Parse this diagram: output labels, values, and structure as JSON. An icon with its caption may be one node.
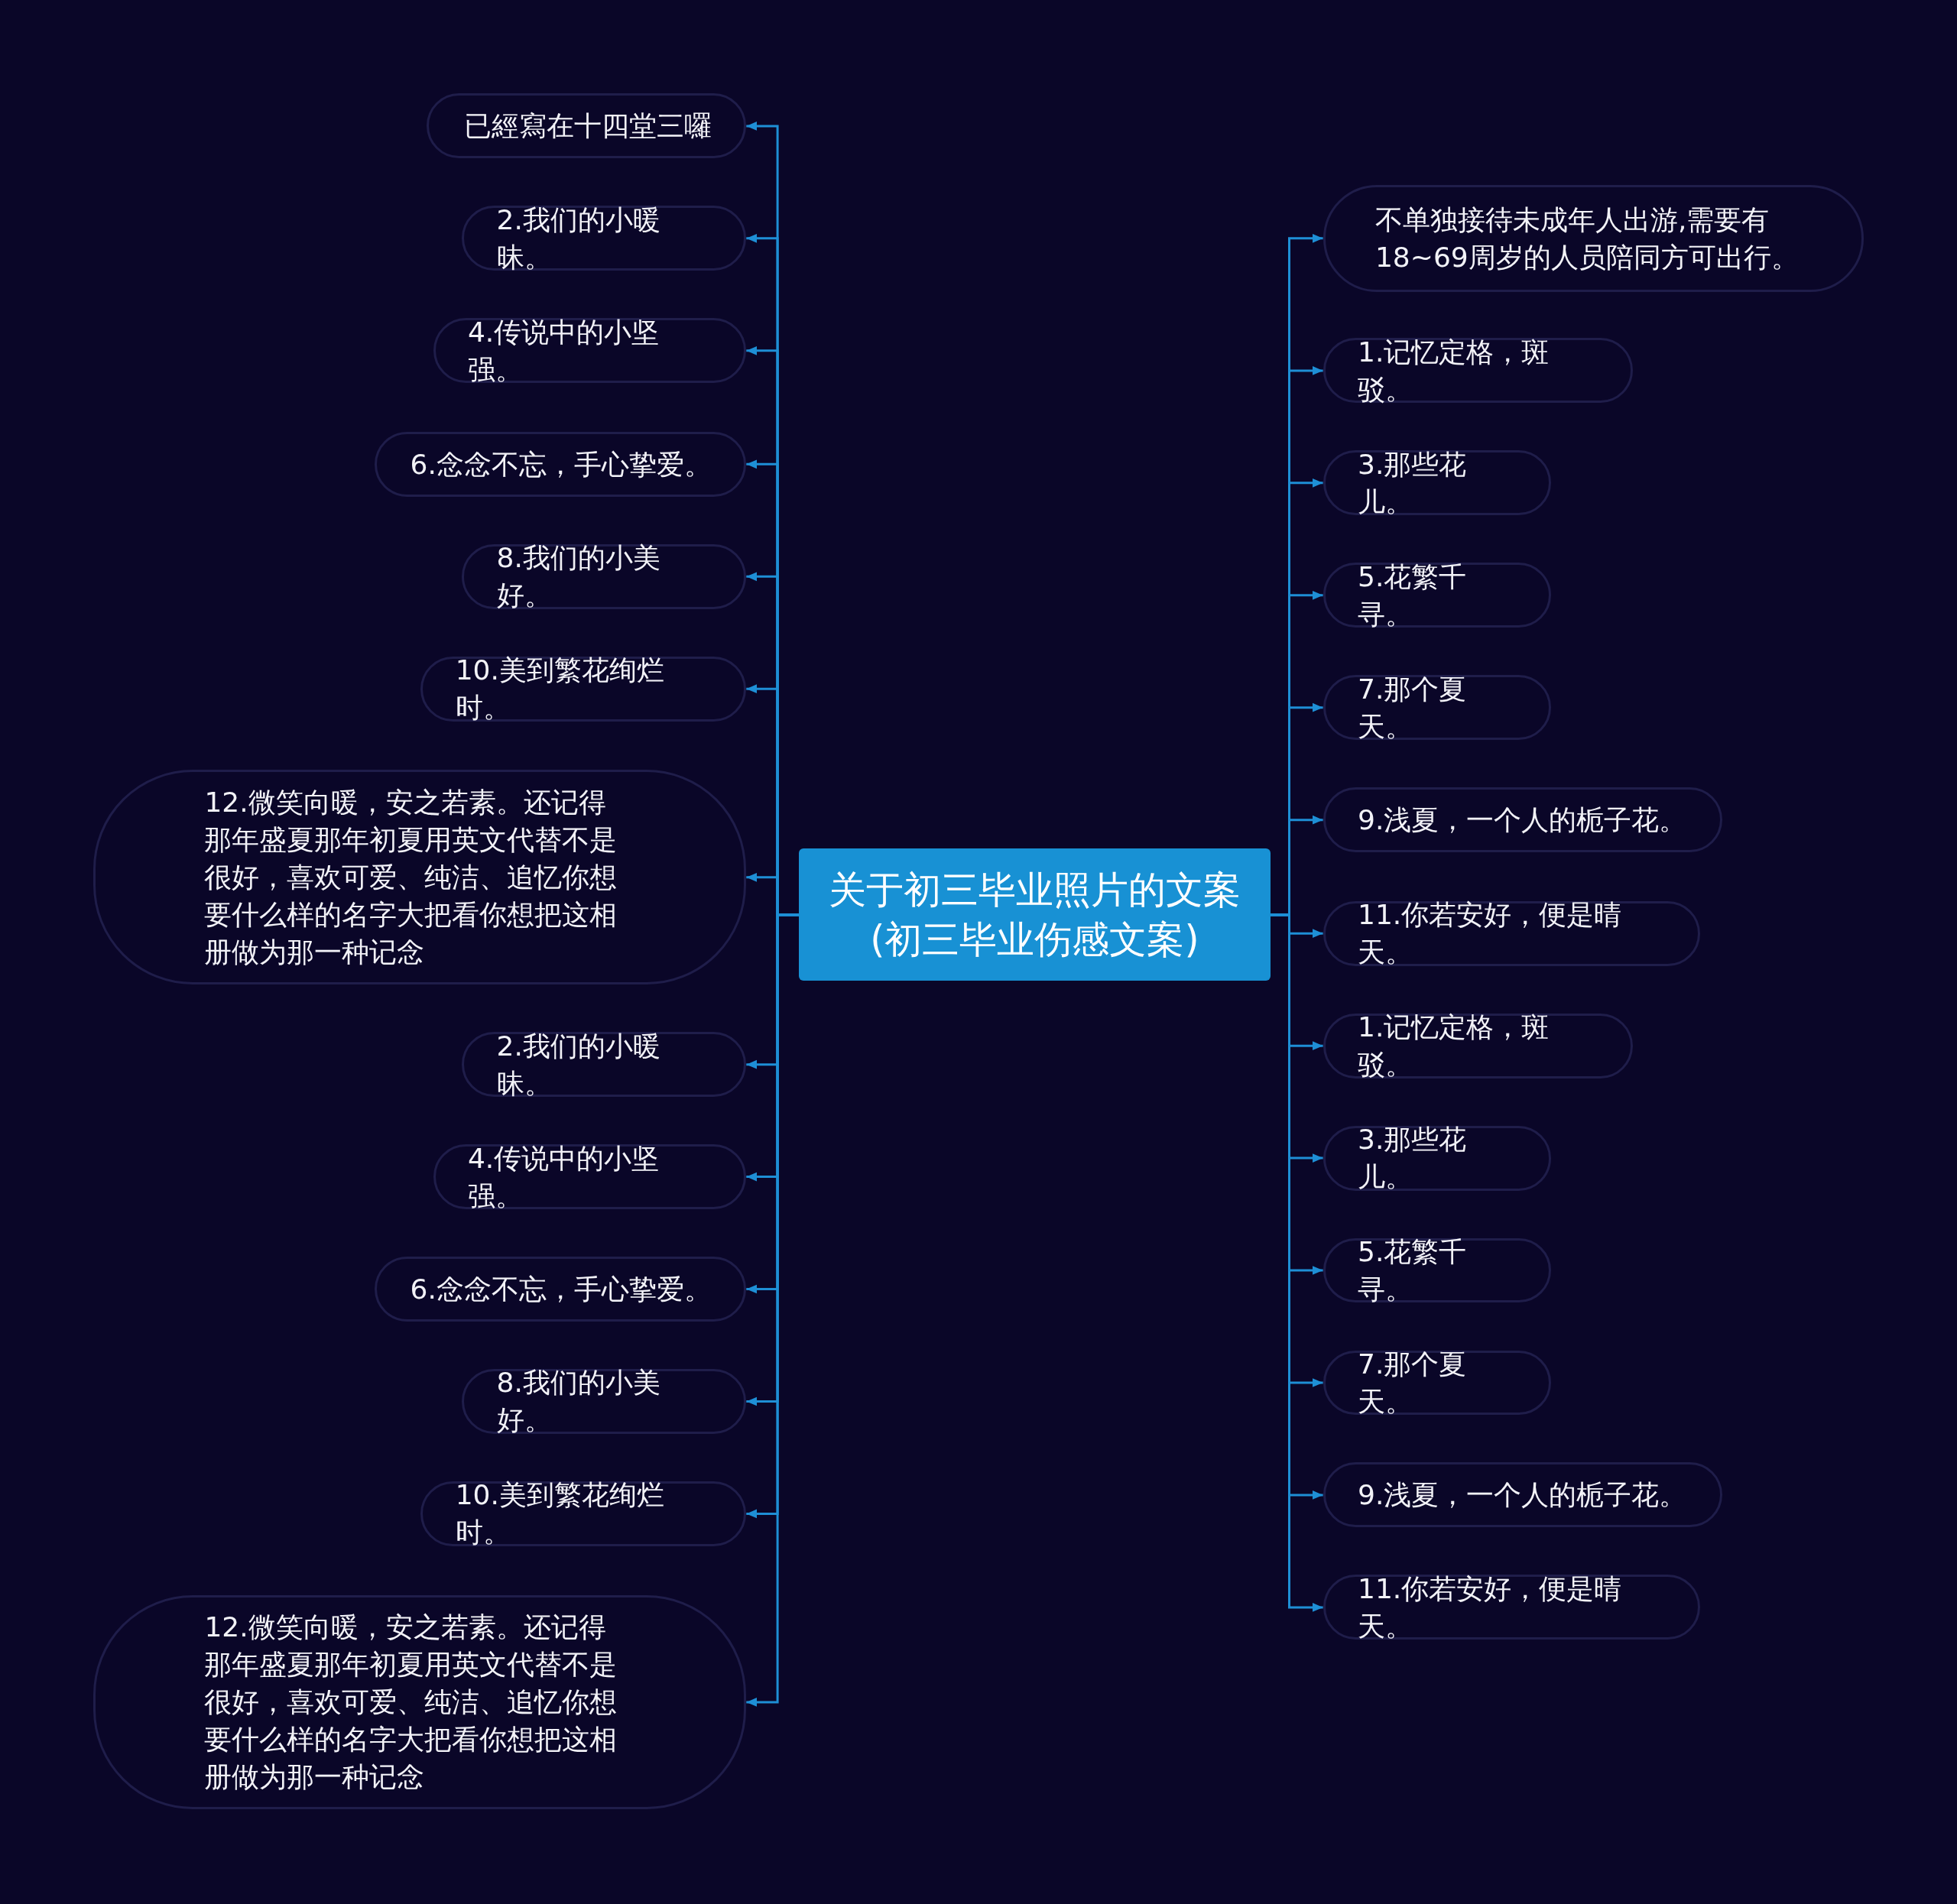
{
  "diagram": {
    "nodes": [
      {
        "text": [
          "关于初三毕业照片的文案(初三毕业伤感文案)"
        ]
      },
      {
        "text": [
          "已經寫在十四堂三囉"
        ]
      },
      {
        "text": [
          "2.我们的小暖昧。"
        ]
      },
      {
        "text": [
          "4.传说中的小坚强。"
        ]
      },
      {
        "text": [
          "6.念念不忘，手心挚爱。"
        ]
      },
      {
        "text": [
          "8.我们的小美好。"
        ]
      },
      {
        "text": [
          "10.美到繁花绚烂时。"
        ]
      },
      {
        "text": [
          "12.微笑向暖，安之若素。还记得那年盛夏那年初夏用英文代替不是很好，喜欢可爱、纯洁、追忆你想要什么样的名字大把看你想把这相册做为那一种记念"
        ]
      },
      {
        "text": [
          "2.我们的小暖昧。"
        ]
      },
      {
        "text": [
          "4.传说中的小坚强。"
        ]
      },
      {
        "text": [
          "6.念念不忘，手心挚爱。"
        ]
      },
      {
        "text": [
          "8.我们的小美好。"
        ]
      },
      {
        "text": [
          "10.美到繁花绚烂时。"
        ]
      },
      {
        "text": [
          "12.微笑向暖，安之若素。还记得那年盛夏那年初夏用英文代替不是很好，喜欢可爱、纯洁、追忆你想要什么样的名字大把看你想把这相册做为那一种记念"
        ]
      },
      {
        "text": [
          "不单独接待未成年人出游,需要有18~69周岁的人员陪同方可出行。"
        ]
      },
      {
        "text": [
          "1.记忆定格，斑驳。"
        ]
      },
      {
        "text": [
          "3.那些花儿。"
        ]
      },
      {
        "text": [
          "5.花繁千寻。"
        ]
      },
      {
        "text": [
          "7.那个夏天。"
        ]
      },
      {
        "text": [
          "9.浅夏，一个人的栀子花。"
        ]
      },
      {
        "text": [
          "11.你若安好，便是晴天。"
        ]
      },
      {
        "text": [
          "1.记忆定格，斑驳。"
        ]
      },
      {
        "text": [
          "3.那些花儿。"
        ]
      },
      {
        "text": [
          "5.花繁千寻。"
        ]
      },
      {
        "text": [
          "7.那个夏天。"
        ]
      },
      {
        "text": [
          "9.浅夏，一个人的栀子花。"
        ]
      },
      {
        "text": [
          "11.你若安好，便是晴天。"
        ]
      }
    ],
    "edges": [
      {
        "from": 0,
        "to": 1,
        "arrow": "to"
      },
      {
        "from": 0,
        "to": 2,
        "arrow": "to"
      },
      {
        "from": 0,
        "to": 3,
        "arrow": "to"
      },
      {
        "from": 0,
        "to": 4,
        "arrow": "to"
      },
      {
        "from": 0,
        "to": 5,
        "arrow": "to"
      },
      {
        "from": 0,
        "to": 6,
        "arrow": "to"
      },
      {
        "from": 0,
        "to": 7,
        "arrow": "to"
      },
      {
        "from": 0,
        "to": 8,
        "arrow": "to"
      },
      {
        "from": 0,
        "to": 9,
        "arrow": "to"
      },
      {
        "from": 0,
        "to": 10,
        "arrow": "to"
      },
      {
        "from": 0,
        "to": 11,
        "arrow": "to"
      },
      {
        "from": 0,
        "to": 12,
        "arrow": "to"
      },
      {
        "from": 0,
        "to": 13,
        "arrow": "to"
      },
      {
        "from": 0,
        "to": 14,
        "arrow": "to"
      },
      {
        "from": 0,
        "to": 15,
        "arrow": "to"
      },
      {
        "from": 0,
        "to": 16,
        "arrow": "to"
      },
      {
        "from": 0,
        "to": 17,
        "arrow": "to"
      },
      {
        "from": 0,
        "to": 18,
        "arrow": "to"
      },
      {
        "from": 0,
        "to": 19,
        "arrow": "to"
      },
      {
        "from": 0,
        "to": 20,
        "arrow": "to"
      },
      {
        "from": 0,
        "to": 21,
        "arrow": "to"
      },
      {
        "from": 0,
        "to": 22,
        "arrow": "to"
      },
      {
        "from": 0,
        "to": 23,
        "arrow": "to"
      },
      {
        "from": 0,
        "to": 24,
        "arrow": "to"
      },
      {
        "from": 0,
        "to": 25,
        "arrow": "to"
      },
      {
        "from": 0,
        "to": 26,
        "arrow": "to"
      }
    ]
  }
}
